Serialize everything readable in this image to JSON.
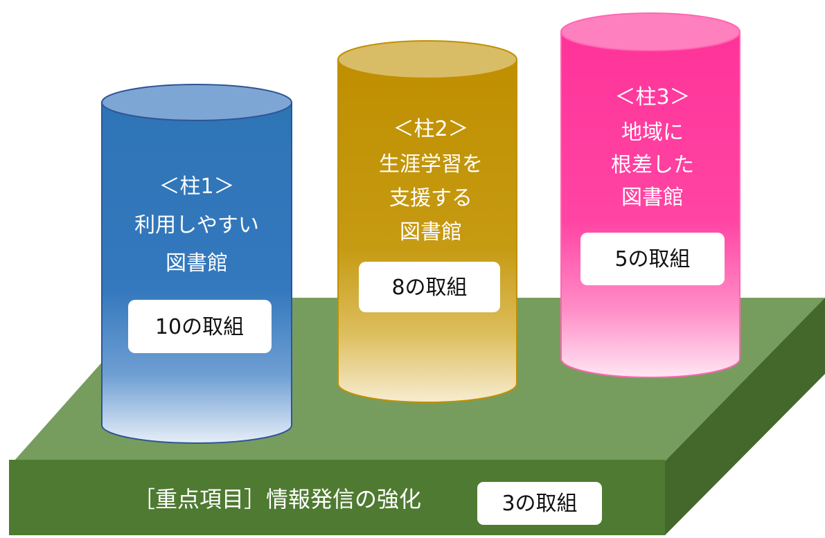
{
  "base": {
    "label": "［重点項目］情報発信の強化",
    "badge": "3の取組",
    "colors": {
      "top": "#779d5e",
      "front": "#4f7a32",
      "side": "#44682b"
    }
  },
  "pillars": [
    {
      "id": "pillar-1",
      "heading": "＜柱1＞",
      "lines": [
        "利用しやすい",
        "図書館"
      ],
      "badge": "10の取組",
      "colors": {
        "body": "#2e75b6",
        "top": "#7ea6d4",
        "stroke": "#2f5597"
      }
    },
    {
      "id": "pillar-2",
      "heading": "＜柱2＞",
      "lines": [
        "生涯学習を",
        "支援する",
        "図書館"
      ],
      "badge": "8の取組",
      "colors": {
        "body": "#bf9000",
        "top": "#d9bc66",
        "stroke": "#c09000"
      }
    },
    {
      "id": "pillar-3",
      "heading": "＜柱3＞",
      "lines": [
        "地域に",
        "根差した",
        "図書館"
      ],
      "badge": "5の取組",
      "colors": {
        "body": "#ff3399",
        "top": "#ff80bf",
        "stroke": "#ff66b2"
      }
    }
  ]
}
